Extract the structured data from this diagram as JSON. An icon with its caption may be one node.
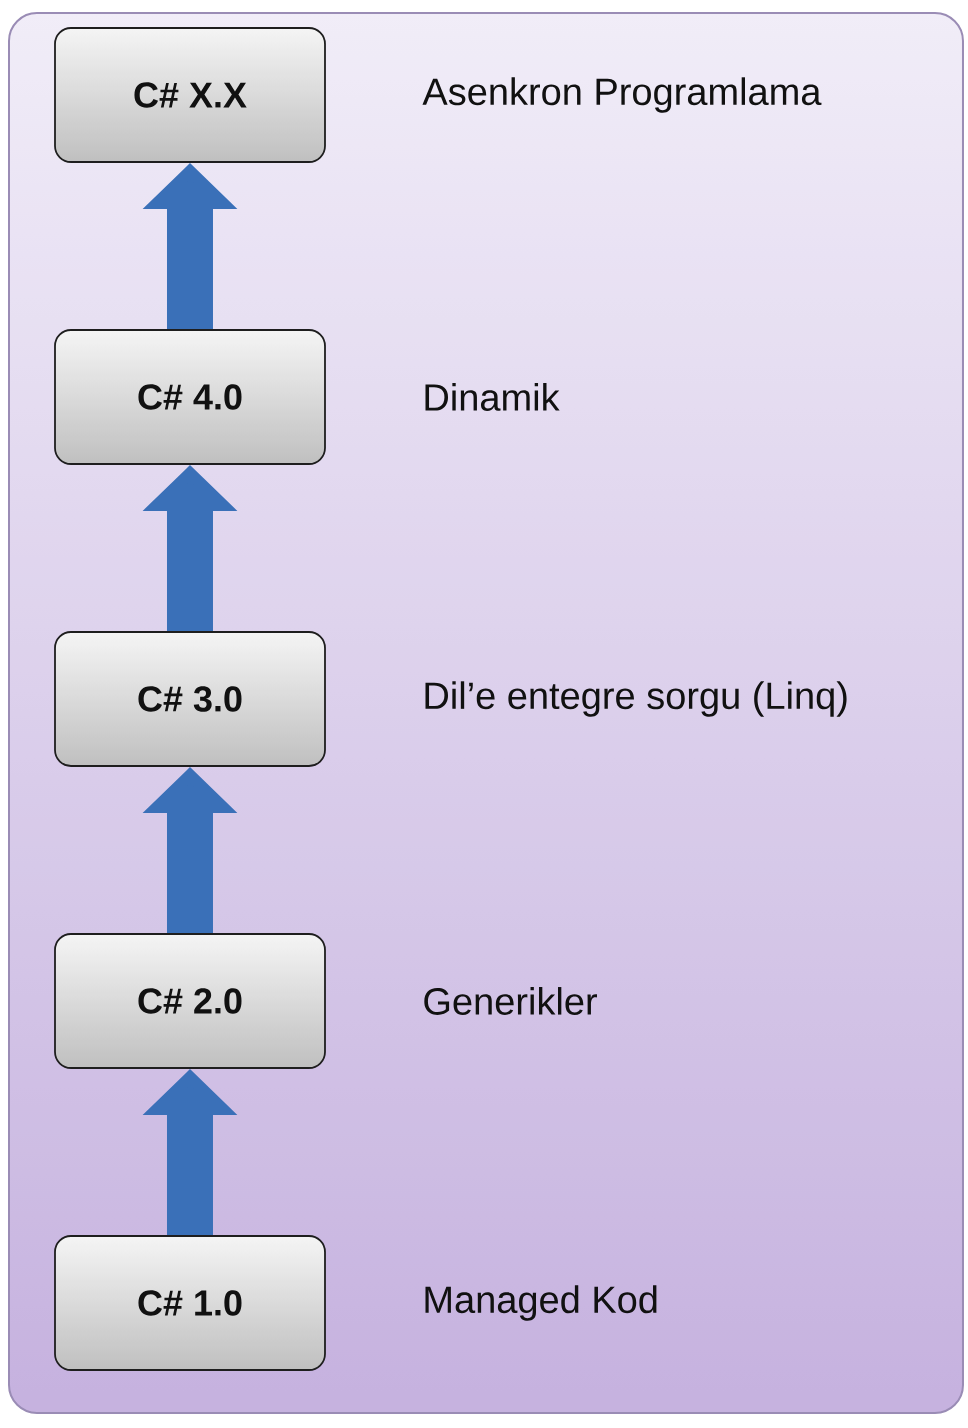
{
  "diagram": {
    "nodes": [
      {
        "text": [],
        "shape": "box"
      },
      {
        "text": [
          "C# X.X"
        ],
        "in": 0,
        "beside": [
          "Asenkron Programlama"
        ]
      },
      {
        "text": [
          "C# 4.0"
        ],
        "in": 0,
        "beside": [
          "Dinamik"
        ]
      },
      {
        "text": [
          "C# 3.0"
        ],
        "in": 0,
        "beside": [
          "Dil’e entegre sorgu (Linq)"
        ]
      },
      {
        "text": [
          "C# 2.0"
        ],
        "in": 0,
        "beside": [
          "Generikler"
        ]
      },
      {
        "text": [
          "C# 1.0"
        ],
        "in": 0,
        "beside": [
          "Managed Kod"
        ]
      }
    ],
    "edges": [
      {
        "from": 5,
        "to": 4,
        "arrow": "to"
      },
      {
        "from": 4,
        "to": 3,
        "arrow": "to"
      },
      {
        "from": 3,
        "to": 2,
        "arrow": "to"
      },
      {
        "from": 2,
        "to": 1,
        "arrow": "to"
      }
    ]
  }
}
